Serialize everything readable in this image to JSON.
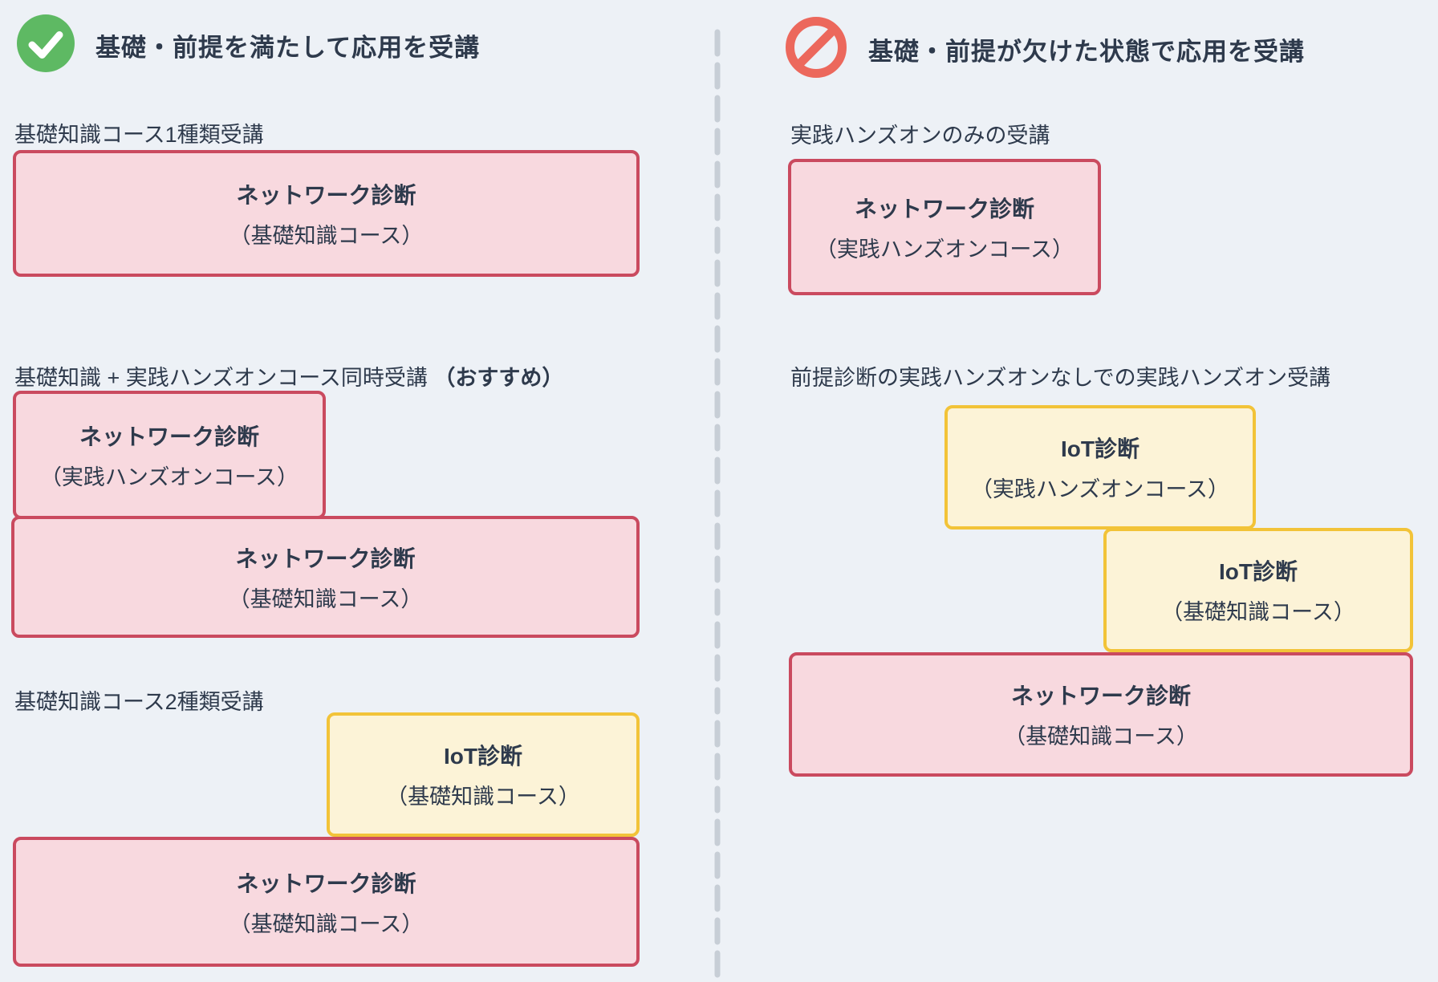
{
  "colors": {
    "background": "#edf1f6",
    "pink_fill": "#f8d9df",
    "pink_border": "#ca4a5f",
    "yellow_fill": "#fcf3d7",
    "yellow_border": "#f2c338",
    "text": "#2e3a4c",
    "check_green": "#5eb963",
    "prohibit_red": "#ec685c",
    "divider": "#c7ced6"
  },
  "left_panel": {
    "header": {
      "title": "基礎・前提を満たして応用を受講",
      "icon": "check-circle-icon"
    },
    "section1": {
      "label": "基礎知識コース1種類受講",
      "box": {
        "title": "ネットワーク診断",
        "subtitle": "（基礎知識コース）"
      }
    },
    "section2": {
      "label": "基礎知識 + 実践ハンズオンコース同時受講",
      "label_emphasis": "（おすすめ）",
      "box_top": {
        "title": "ネットワーク診断",
        "subtitle": "（実践ハンズオンコース）"
      },
      "box_bottom": {
        "title": "ネットワーク診断",
        "subtitle": "（基礎知識コース）"
      }
    },
    "section3": {
      "label": "基礎知識コース2種類受講",
      "box_top": {
        "title": "IoT診断",
        "subtitle": "（基礎知識コース）"
      },
      "box_bottom": {
        "title": "ネットワーク診断",
        "subtitle": "（基礎知識コース）"
      }
    }
  },
  "right_panel": {
    "header": {
      "title": "基礎・前提が欠けた状態で応用を受講",
      "icon": "prohibition-icon"
    },
    "section1": {
      "label": "実践ハンズオンのみの受講",
      "box": {
        "title": "ネットワーク診断",
        "subtitle": "（実践ハンズオンコース）"
      }
    },
    "section2": {
      "label": "前提診断の実践ハンズオンなしでの実践ハンズオン受講",
      "box_top": {
        "title": "IoT診断",
        "subtitle": "（実践ハンズオンコース）"
      },
      "box_middle": {
        "title": "IoT診断",
        "subtitle": "（基礎知識コース）"
      },
      "box_bottom": {
        "title": "ネットワーク診断",
        "subtitle": "（基礎知識コース）"
      }
    }
  }
}
